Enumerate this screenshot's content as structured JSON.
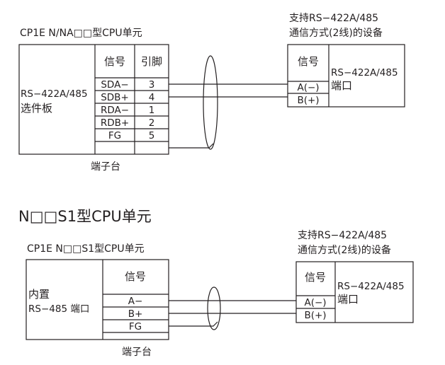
{
  "diagram1": {
    "unit_title": "CP1E N/NA□□型CPU单元",
    "board_label_1": "RS−422A/485",
    "board_label_2": "选件板",
    "col_signal": "信号",
    "col_pin": "引脚",
    "rows": [
      {
        "signal": "SDA−",
        "pin": "3"
      },
      {
        "signal": "SDB+",
        "pin": "4"
      },
      {
        "signal": "RDA−",
        "pin": "1"
      },
      {
        "signal": "RDB+",
        "pin": "2"
      },
      {
        "signal": "FG",
        "pin": "5"
      }
    ],
    "terminal_block": "端子台",
    "device_title_1": "支持RS−422A/485",
    "device_title_2": "通信方式(2线)的设备",
    "device_col_signal": "信号",
    "device_rows": [
      "A(−)",
      "B(+)"
    ],
    "device_port_1": "RS−422A/485",
    "device_port_2": "端口"
  },
  "section2_heading": "N□□S1型CPU单元",
  "diagram2": {
    "unit_title": "CP1E N□□S1型CPU单元",
    "port_label_1": "内置",
    "port_label_2": "RS−485 端口",
    "col_signal": "信号",
    "rows": [
      "A−",
      "B+",
      "FG"
    ],
    "terminal_block": "端子台",
    "device_title_1": "支持RS−422A/485",
    "device_title_2": "通信方式(2线)的设备",
    "device_col_signal": "信号",
    "device_rows": [
      "A(−)",
      "B(+)"
    ],
    "device_port_1": "RS−422A/485",
    "device_port_2": "端口"
  }
}
